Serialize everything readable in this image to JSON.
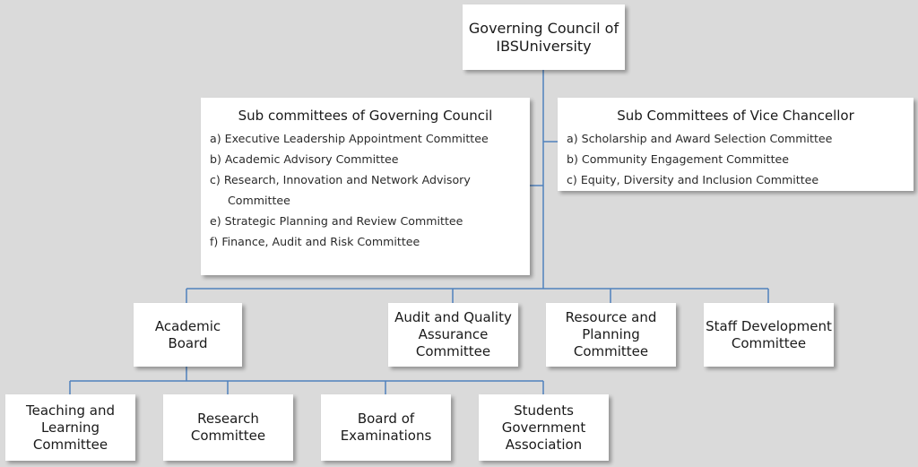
{
  "root": {
    "line1": "Governing Council of",
    "line2": "IBSUniversity"
  },
  "gc_subcommittees": {
    "title": "Sub committees of Governing Council",
    "items": [
      "a) Executive Leadership Appointment Committee",
      "b) Academic Advisory Committee",
      "c) Research, Innovation and Network Advisory",
      "Committee",
      "e) Strategic Planning and Review Committee",
      "f) Finance, Audit and Risk Committee"
    ]
  },
  "vc_subcommittees": {
    "title": "Sub Committees of Vice Chancellor",
    "items": [
      "a) Scholarship and Award Selection Committee",
      "b) Community Engagement Committee",
      "c) Equity, Diversity and Inclusion Committee"
    ]
  },
  "level2": [
    {
      "lines": [
        "Academic",
        "Board"
      ]
    },
    {
      "lines": [
        "Audit and Quality",
        "Assurance",
        "Committee"
      ]
    },
    {
      "lines": [
        "Resource and",
        "Planning",
        "Committee"
      ]
    },
    {
      "lines": [
        "Staff Development",
        "Committee"
      ]
    }
  ],
  "level3": [
    {
      "lines": [
        "Teaching and",
        "Learning",
        "Committee"
      ]
    },
    {
      "lines": [
        "Research",
        "Committee"
      ]
    },
    {
      "lines": [
        "Board of",
        "Examinations"
      ]
    },
    {
      "lines": [
        "Students",
        "Government",
        "Association"
      ]
    }
  ],
  "colors": {
    "background": "#dadada",
    "box": "#ffffff",
    "connector": "#4f81bd"
  }
}
